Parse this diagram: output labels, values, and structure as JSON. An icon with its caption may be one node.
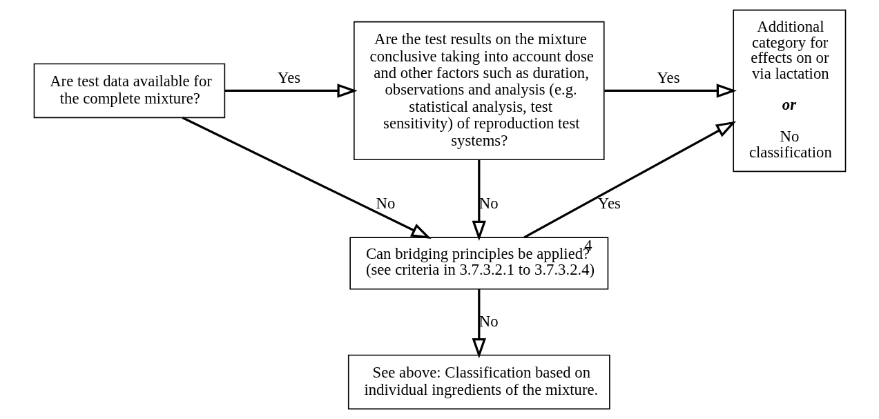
{
  "diagram": {
    "nodes": [
      {
        "text": [
          "Are test data available for the complete mixture?"
        ]
      },
      {
        "text": [
          "Are the test results on the mixture conclusive taking into account dose and other factors such as duration, observations and analysis (e.g. statistical analysis, test sensitivity) of reproduction test systems?"
        ]
      },
      {
        "text": [
          "Additional category for effects on or via lactation",
          "or",
          "No classification"
        ]
      },
      {
        "text": [
          "Can bridging principles be applied?$^{4}$",
          "(see criteria in 3.7.3.2.1 to 3.7.3.2.4)"
        ]
      },
      {
        "text": [
          "See above: Classification based on individual ingredients of the mixture."
        ]
      }
    ],
    "edges": [
      {
        "from": 0,
        "to": 1,
        "arrow": "to",
        "label": "Yes"
      },
      {
        "from": 0,
        "to": 3,
        "arrow": "to",
        "label": "No"
      },
      {
        "from": 1,
        "to": 2,
        "arrow": "to",
        "label": "Yes"
      },
      {
        "from": 1,
        "to": 3,
        "arrow": "to",
        "label": "No"
      },
      {
        "from": 3,
        "to": 2,
        "arrow": "to",
        "label": "Yes"
      },
      {
        "from": 3,
        "to": 4,
        "arrow": "to",
        "label": "No"
      }
    ]
  }
}
